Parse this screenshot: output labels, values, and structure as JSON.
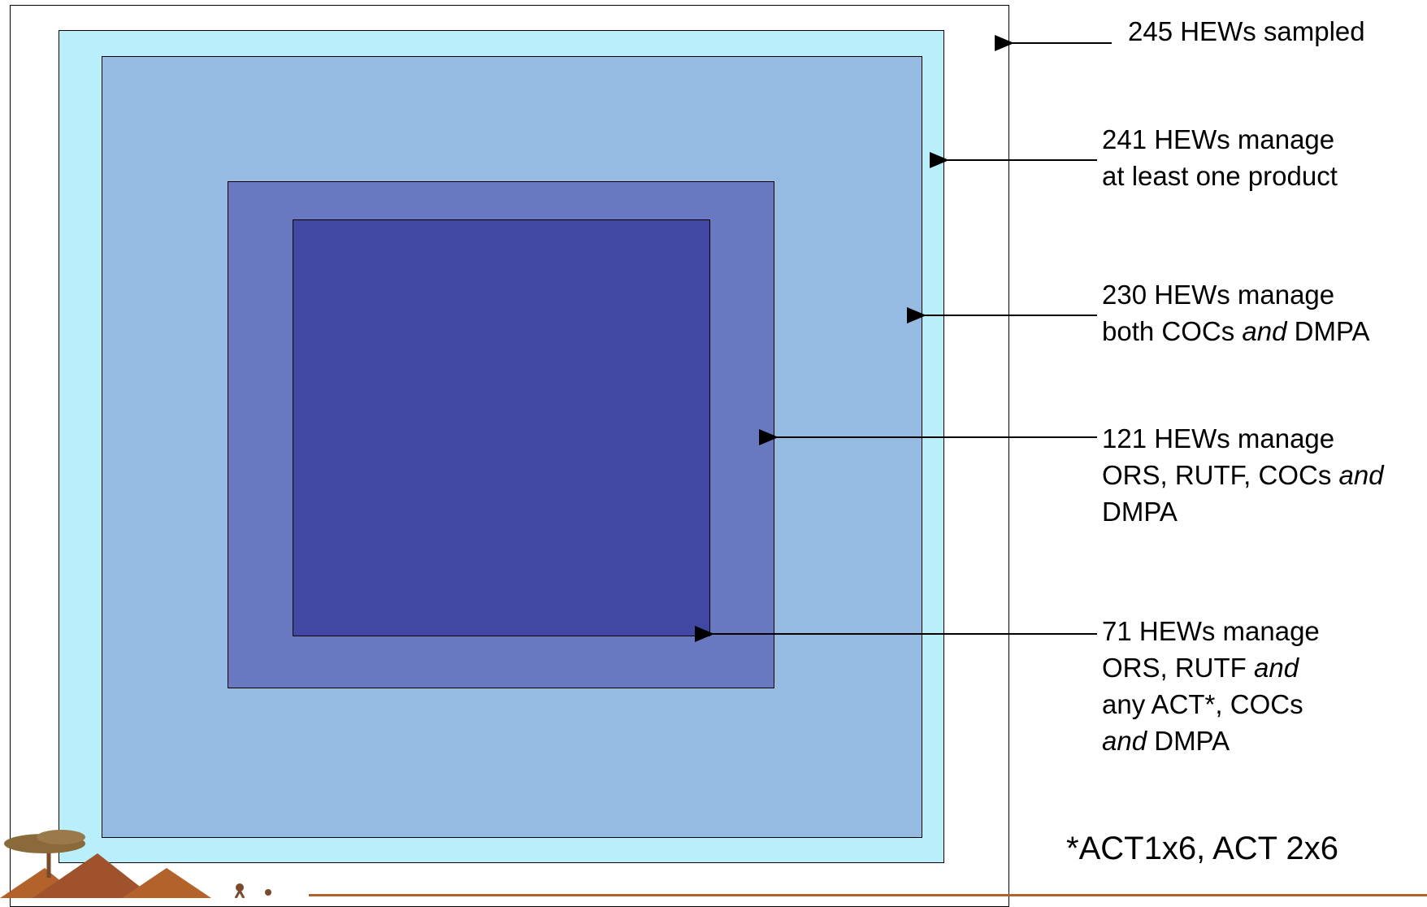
{
  "diagram": {
    "colors": {
      "outer_frame": "#ffffff",
      "level_241": "#b8effa",
      "level_230": "#96bbe2",
      "level_121": "#6879bf",
      "level_71": "#4148a3",
      "footer_rule": "#b4622c"
    },
    "levels": [
      {
        "lines": [
          [
            {
              "t": "245 HEWs sampled",
              "i": false
            }
          ]
        ]
      },
      {
        "lines": [
          [
            {
              "t": "241 HEWs manage",
              "i": false
            }
          ],
          [
            {
              "t": "at least one product",
              "i": false
            }
          ]
        ]
      },
      {
        "lines": [
          [
            {
              "t": "230 HEWs manage",
              "i": false
            }
          ],
          [
            {
              "t": "both COCs ",
              "i": false
            },
            {
              "t": "and",
              "i": true
            },
            {
              "t": " DMPA",
              "i": false
            }
          ]
        ]
      },
      {
        "lines": [
          [
            {
              "t": "121 HEWs manage",
              "i": false
            }
          ],
          [
            {
              "t": "ORS, RUTF, COCs ",
              "i": false
            },
            {
              "t": "and",
              "i": true
            }
          ],
          [
            {
              "t": "DMPA",
              "i": false
            }
          ]
        ]
      },
      {
        "lines": [
          [
            {
              "t": "71 HEWs manage",
              "i": false
            }
          ],
          [
            {
              "t": "ORS, RUTF ",
              "i": false
            },
            {
              "t": "and",
              "i": true
            }
          ],
          [
            {
              "t": "any ACT*, COCs",
              "i": false
            }
          ],
          [
            {
              "t": "and",
              "i": true
            },
            {
              "t": " DMPA",
              "i": false
            }
          ]
        ]
      }
    ],
    "footnote": "*ACT1x6, ACT 2x6",
    "logo_icon": "acacia-tree-hills-logo-icon"
  }
}
